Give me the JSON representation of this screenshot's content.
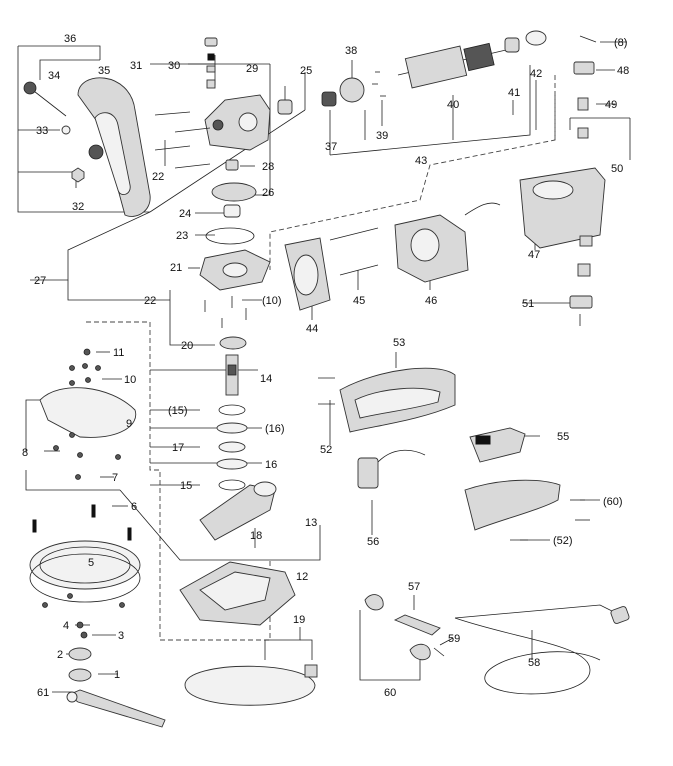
{
  "callouts": {
    "c1": "1",
    "c2": "2",
    "c3": "3",
    "c4": "4",
    "c5": "5",
    "c6": "6",
    "c7": "7",
    "c8": "8",
    "c9": "9",
    "c10": "10",
    "c10b": "(10)",
    "c11": "11",
    "c12": "12",
    "c13": "13",
    "c14": "14",
    "c15": "(15)",
    "c15b": "15",
    "c16": "(16)",
    "c16b": "16",
    "c17": "17",
    "c18": "18",
    "c19": "19",
    "c20": "20",
    "c21": "21",
    "c22": "22",
    "c22b": "22",
    "c23": "23",
    "c24": "24",
    "c25": "25",
    "c26": "26",
    "c27": "27",
    "c28": "28",
    "c29": "29",
    "c30": "30",
    "c31": "31",
    "c32": "32",
    "c33": "33",
    "c34": "34",
    "c35": "35",
    "c36": "36",
    "c37": "37",
    "c38": "38",
    "c39": "39",
    "c40": "40",
    "c41": "41",
    "c42": "42",
    "c43": "43",
    "c44": "44",
    "c45": "45",
    "c46": "46",
    "c47": "47",
    "c48": "48",
    "c49": "49",
    "c50": "50",
    "c51": "51",
    "c52": "52",
    "c52b": "(52)",
    "c53": "53",
    "c55": "55",
    "c56": "56",
    "c57": "57",
    "c58": "58",
    "c59": "59",
    "c60": "60",
    "c60b": "(60)",
    "c61": "61",
    "c8b": "(8)"
  }
}
